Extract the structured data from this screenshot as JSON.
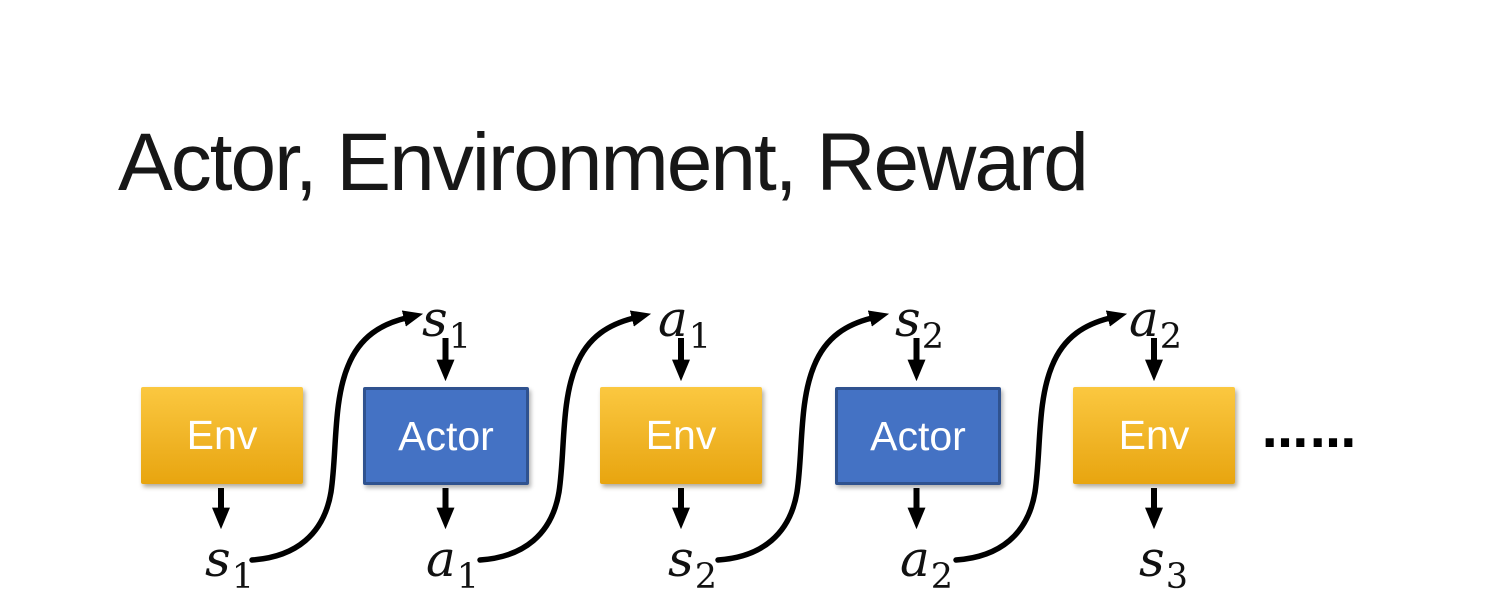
{
  "title": "Actor, Environment, Reward",
  "diagram": {
    "boxes": [
      {
        "type": "env",
        "label": "Env"
      },
      {
        "type": "actor",
        "label": "Actor"
      },
      {
        "type": "env",
        "label": "Env"
      },
      {
        "type": "actor",
        "label": "Actor"
      },
      {
        "type": "env",
        "label": "Env"
      }
    ],
    "top_labels": [
      {
        "base": "s",
        "sub": "1"
      },
      {
        "base": "a",
        "sub": "1"
      },
      {
        "base": "s",
        "sub": "2"
      },
      {
        "base": "a",
        "sub": "2"
      }
    ],
    "bottom_labels": [
      {
        "base": "s",
        "sub": "1"
      },
      {
        "base": "a",
        "sub": "1"
      },
      {
        "base": "s",
        "sub": "2"
      },
      {
        "base": "a",
        "sub": "2"
      },
      {
        "base": "s",
        "sub": "3"
      }
    ],
    "ellipsis": "……"
  },
  "colors": {
    "env_gradient_top": "#FBC840",
    "env_gradient_bottom": "#E8A50F",
    "actor_fill": "#4472C4",
    "actor_border": "#2F528F",
    "arrow": "#000000",
    "title_text": "#171717",
    "box_text": "#FFFFFF"
  }
}
